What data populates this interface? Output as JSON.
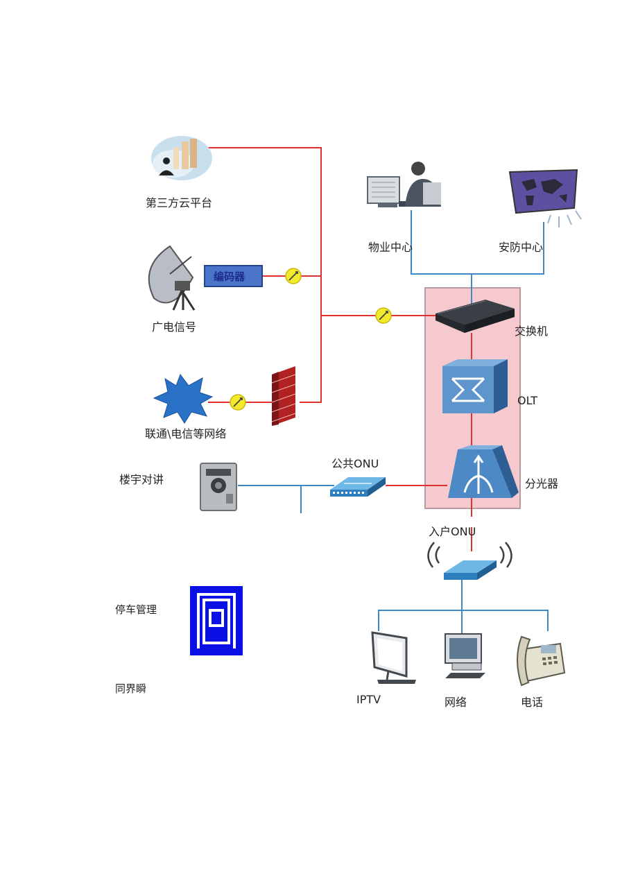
{
  "labels": {
    "cloud_platform": "第三方云平台",
    "broadcast_signal": "广电信号",
    "encoder": "编码器",
    "carrier_network": "联通\\电信等网络",
    "property_center": "物业中心",
    "security_center": "安防中心",
    "switch": "交换机",
    "olt": "OLT",
    "splitter": "分光器",
    "public_onu": "公共ONU",
    "building_intercom": "楼宇对讲",
    "home_onu": "入户ONU",
    "parking_management": "停车管理",
    "tongjieshun": "同界瞬",
    "iptv": "IPTV",
    "network": "网络",
    "telephone": "电话"
  },
  "colors": {
    "red_line": "#e0302f",
    "blue_line": "#3f86c4",
    "pink_zone": "#f6c9cf",
    "parking_blue": "#0a10e6",
    "converter_yellow": "#f2ea2a"
  },
  "icons": {
    "cloud_platform": "cloud-person-icon",
    "broadcast_signal": "satellite-dish-icon",
    "carrier_network": "starburst-icon",
    "firewall": "firewall-icon",
    "converter": "media-converter-icon",
    "property_center": "operator-workstation-icon",
    "security_center": "world-map-screen-icon",
    "switch": "network-switch-icon",
    "olt": "olt-icon",
    "splitter": "optical-splitter-icon",
    "public_onu": "onu-icon",
    "building_intercom": "door-intercom-icon",
    "home_onu": "wireless-onu-icon",
    "parking": "parking-logo-icon",
    "iptv": "tv-monitor-icon",
    "network": "desktop-pc-icon",
    "telephone": "telephone-icon"
  }
}
